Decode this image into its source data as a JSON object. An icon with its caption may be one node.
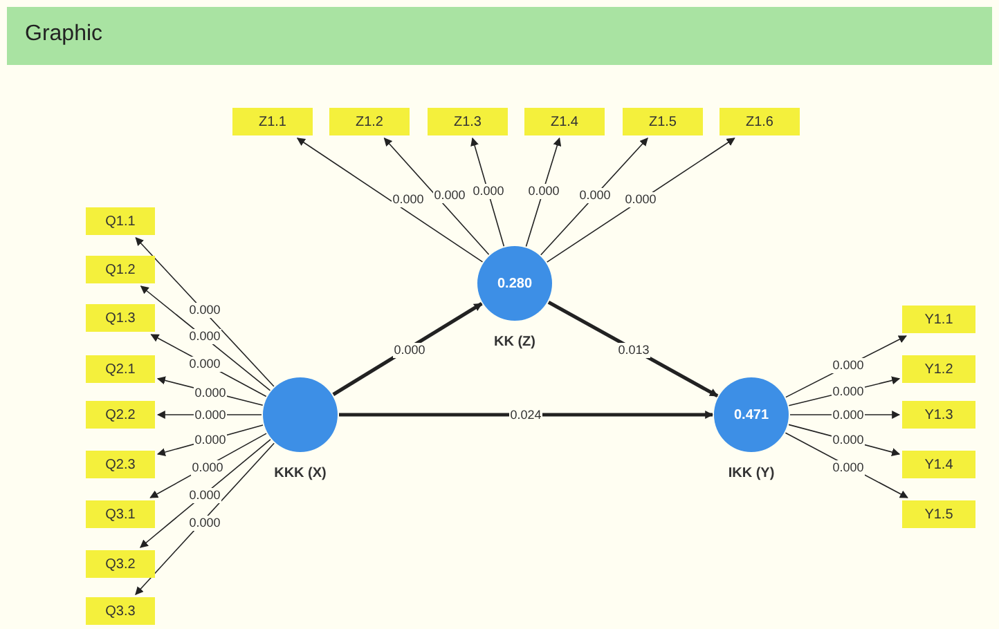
{
  "diagram": {
    "title": "Graphic",
    "nodes": [
      {
        "text": [
          "Z1.1"
        ]
      },
      {
        "text": [
          "Z1.2"
        ]
      },
      {
        "text": [
          "Z1.3"
        ]
      },
      {
        "text": [
          "Z1.4"
        ]
      },
      {
        "text": [
          "Z1.5"
        ]
      },
      {
        "text": [
          "Z1.6"
        ]
      },
      {
        "text": [
          "Q1.1"
        ]
      },
      {
        "text": [
          "Q1.2"
        ]
      },
      {
        "text": [
          "Q1.3"
        ]
      },
      {
        "text": [
          "Q2.1"
        ]
      },
      {
        "text": [
          "Q2.2"
        ]
      },
      {
        "text": [
          "Q2.3"
        ]
      },
      {
        "text": [
          "Q3.1"
        ]
      },
      {
        "text": [
          "Q3.2"
        ]
      },
      {
        "text": [
          "Q3.3"
        ]
      },
      {
        "text": [
          "0.280",
          "KK (Z)"
        ]
      },
      {
        "text": [
          "Y1.1"
        ]
      },
      {
        "text": [
          "Y1.2"
        ]
      },
      {
        "text": [
          "Y1.3"
        ]
      },
      {
        "text": [
          "Y1.4"
        ]
      },
      {
        "text": [
          "Y1.5"
        ]
      },
      {
        "text": [
          "KKK (X)"
        ]
      },
      {
        "text": [
          "0.471",
          "IKK (Y)"
        ]
      }
    ],
    "edges": [
      {
        "from": 15,
        "to": 0,
        "arrow": "to",
        "label": "0.000"
      },
      {
        "from": 15,
        "to": 1,
        "arrow": "to",
        "label": "0.000"
      },
      {
        "from": 15,
        "to": 2,
        "arrow": "to",
        "label": "0.000"
      },
      {
        "from": 15,
        "to": 3,
        "arrow": "to",
        "label": "0.000"
      },
      {
        "from": 15,
        "to": 4,
        "arrow": "to",
        "label": "0.000"
      },
      {
        "from": 15,
        "to": 5,
        "arrow": "to",
        "label": "0.000"
      },
      {
        "from": 21,
        "to": 6,
        "arrow": "to",
        "label": "0.000"
      },
      {
        "from": 21,
        "to": 7,
        "arrow": "to",
        "label": "0.000"
      },
      {
        "from": 21,
        "to": 8,
        "arrow": "to",
        "label": "0.000"
      },
      {
        "from": 21,
        "to": 9,
        "arrow": "to",
        "label": "0.000"
      },
      {
        "from": 21,
        "to": 10,
        "arrow": "to",
        "label": "0.000"
      },
      {
        "from": 21,
        "to": 11,
        "arrow": "to",
        "label": "0.000"
      },
      {
        "from": 21,
        "to": 12,
        "arrow": "to",
        "label": "0.000"
      },
      {
        "from": 21,
        "to": 13,
        "arrow": "to",
        "label": "0.000"
      },
      {
        "from": 21,
        "to": 14,
        "arrow": "to",
        "label": "0.000"
      },
      {
        "from": 22,
        "to": 16,
        "arrow": "to",
        "label": "0.000"
      },
      {
        "from": 22,
        "to": 17,
        "arrow": "to",
        "label": "0.000"
      },
      {
        "from": 22,
        "to": 18,
        "arrow": "to",
        "label": "0.000"
      },
      {
        "from": 22,
        "to": 19,
        "arrow": "to",
        "label": "0.000"
      },
      {
        "from": 22,
        "to": 20,
        "arrow": "to",
        "label": "0.000"
      },
      {
        "from": 21,
        "to": 15,
        "arrow": "to",
        "label": "0.000",
        "style": "thick"
      },
      {
        "from": 15,
        "to": 22,
        "arrow": "to",
        "label": "0.013",
        "style": "thick"
      },
      {
        "from": 21,
        "to": 22,
        "arrow": "to",
        "label": "0.024",
        "style": "thick"
      }
    ]
  }
}
